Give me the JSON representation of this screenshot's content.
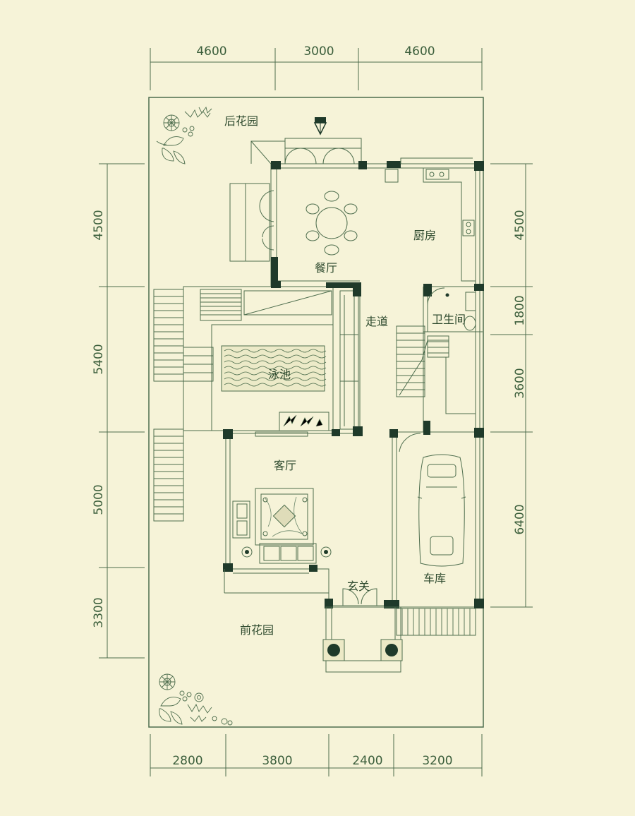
{
  "dimensions": {
    "top": [
      "4600",
      "3000",
      "4600"
    ],
    "bottom": [
      "2800",
      "3800",
      "2400",
      "3200"
    ],
    "left": [
      "4500",
      "5400",
      "5000",
      "3300"
    ],
    "right": [
      "4500",
      "1800",
      "3600",
      "6400"
    ]
  },
  "rooms": {
    "back_garden": "后花园",
    "dining": "餐厅",
    "kitchen": "厨房",
    "corridor": "走道",
    "bathroom": "卫生间",
    "pool": "泳池",
    "living": "客厅",
    "entrance": "玄关",
    "garage": "车库",
    "front_garden": "前花园"
  },
  "colors": {
    "background": "#f6f3d8",
    "line": "#4d6d4d",
    "wall": "#1f3a2a",
    "text": "#2e4a2e"
  }
}
